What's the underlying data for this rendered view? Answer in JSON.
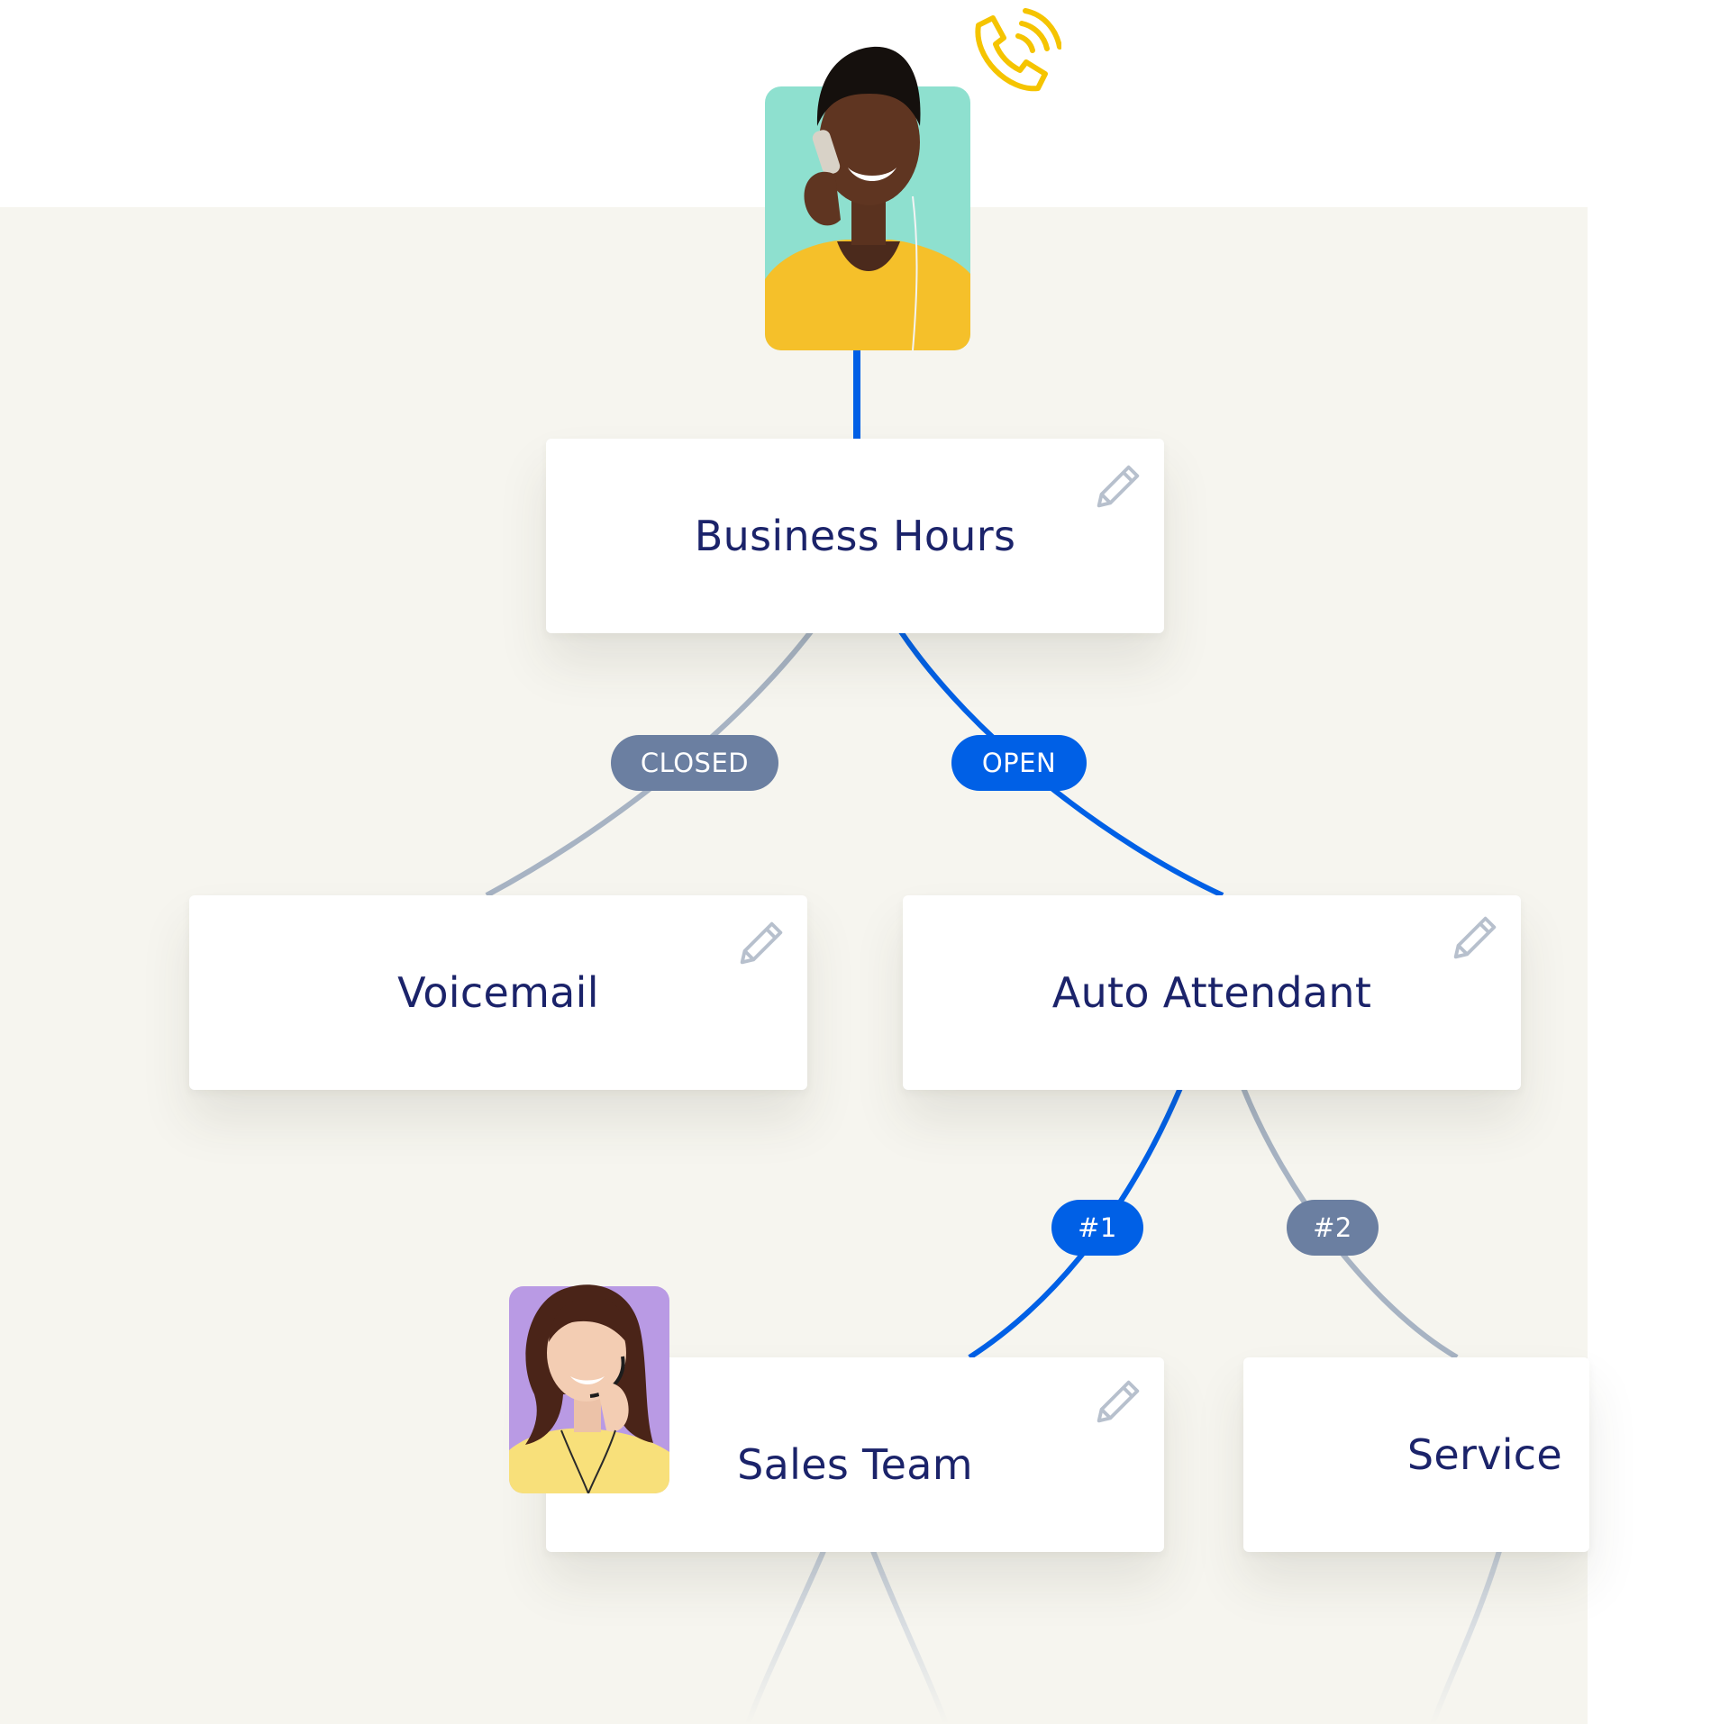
{
  "nodes": {
    "business_hours": "Business Hours",
    "voicemail": "Voicemail",
    "auto_attendant": "Auto Attendant",
    "sales_team": "Sales Team",
    "service": "Service"
  },
  "branches": {
    "closed": "CLOSED",
    "open": "OPEN",
    "option_1": "#1",
    "option_2": "#2"
  },
  "icons": {
    "edit": "pencil-icon",
    "ringing": "ringing-phone-icon"
  },
  "colors": {
    "active_path": "#0060e6",
    "inactive_path": "#a7b3c3",
    "inactive_pill": "#6b7fa1",
    "node_text": "#1b236a",
    "phone_icon": "#f5c400",
    "panel_background": "#f6f5ef",
    "caller_avatar_background": "#8ee0cf",
    "agent_avatar_background": "#b99ae4"
  }
}
